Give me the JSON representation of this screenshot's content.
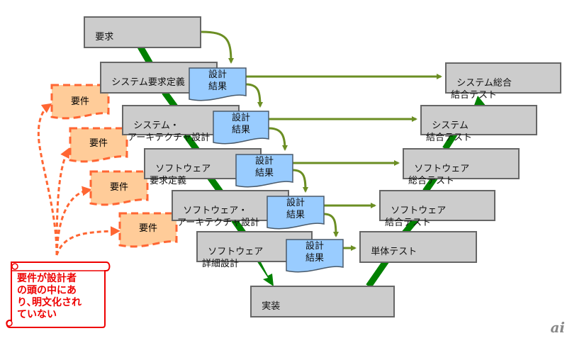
{
  "colors": {
    "box_fill": "#cccccc",
    "box_border": "#666666",
    "vline": "#008000",
    "flow_arrow": "#6b8e23",
    "doc_fill": "#99ccff",
    "doc_border": "#4a5a6a",
    "req_fill": "#ffcc99",
    "req_border": "#ff6633",
    "note_border": "#ee0000",
    "note_text": "#ee0000"
  },
  "left_boxes": [
    {
      "id": "requirements",
      "label": "要求"
    },
    {
      "id": "system-requirements-definition",
      "label": "システム要求定義"
    },
    {
      "id": "system-architecture-design",
      "label": "システム・\nアーキテクチャ設計"
    },
    {
      "id": "software-requirements-definition",
      "label": "ソフトウェア\n要求定義"
    },
    {
      "id": "software-architecture-design",
      "label": "ソフトウェア・\nアーキテクチャ設計"
    },
    {
      "id": "software-detailed-design",
      "label": "ソフトウェア\n詳細設計"
    }
  ],
  "bottom_box": {
    "id": "implementation",
    "label": "実装"
  },
  "right_boxes": [
    {
      "id": "system-total-integration-test",
      "label": "システム総合\n結合テスト"
    },
    {
      "id": "system-integration-test",
      "label": "システム\n結合テスト"
    },
    {
      "id": "software-total-test",
      "label": "ソフトウェア\n総合テスト"
    },
    {
      "id": "software-integration-test",
      "label": "ソフトウェア\n結合テスト"
    },
    {
      "id": "unit-test",
      "label": "単体テスト"
    }
  ],
  "design_docs": [
    {
      "label": "設計\n結果"
    },
    {
      "label": "設計\n結果"
    },
    {
      "label": "設計\n結果"
    },
    {
      "label": "設計\n結果"
    },
    {
      "label": "設計\n結果"
    }
  ],
  "requirement_tags": [
    {
      "label": "要件"
    },
    {
      "label": "要件"
    },
    {
      "label": "要件"
    },
    {
      "label": "要件"
    }
  ],
  "note": {
    "text": "要件が設計者\nの頭の中にあ\nり､明文化され\nていない"
  },
  "logo": {
    "text": "ai"
  }
}
